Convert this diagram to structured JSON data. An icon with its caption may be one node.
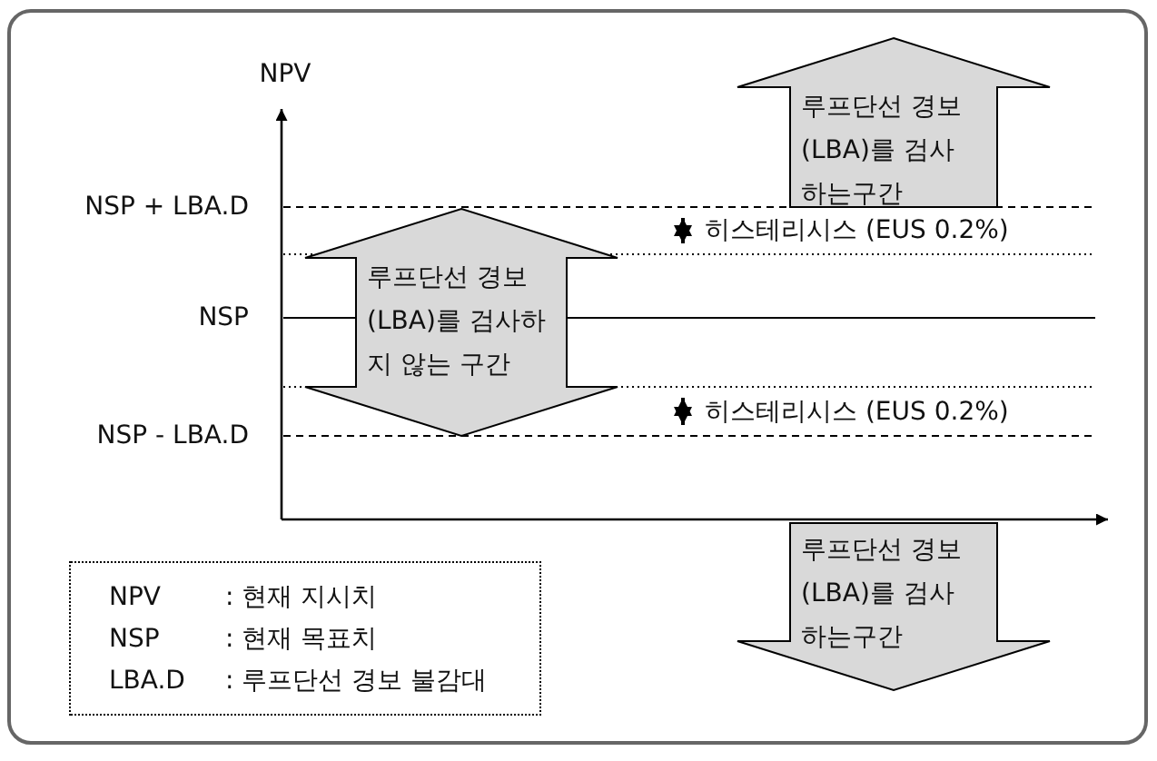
{
  "diagram": {
    "nodes": [
      {
        "text": [
          "루프단선 경보 (LBA)를 검사 하는구간"
        ]
      },
      {
        "text": [
          "루프단선 경보 (LBA)를 검사하 지 않는 구간"
        ]
      },
      {
        "text": [
          "루프단선 경보 (LBA)를 검사 하는구간"
        ]
      },
      {
        "text": [
          "NPV",
          ": 현재 지시치",
          "NSP",
          ": 현재 목표치",
          "LBA.D",
          ": 루프단선 경보 불감대"
        ]
      }
    ],
    "labels": [
      "NPV",
      "NSP + LBA.D",
      "히스테리시스 (EUS 0.2%)",
      "NSP",
      "히스테리시스 (EUS 0.2%)",
      "NSP - LBA.D"
    ]
  }
}
